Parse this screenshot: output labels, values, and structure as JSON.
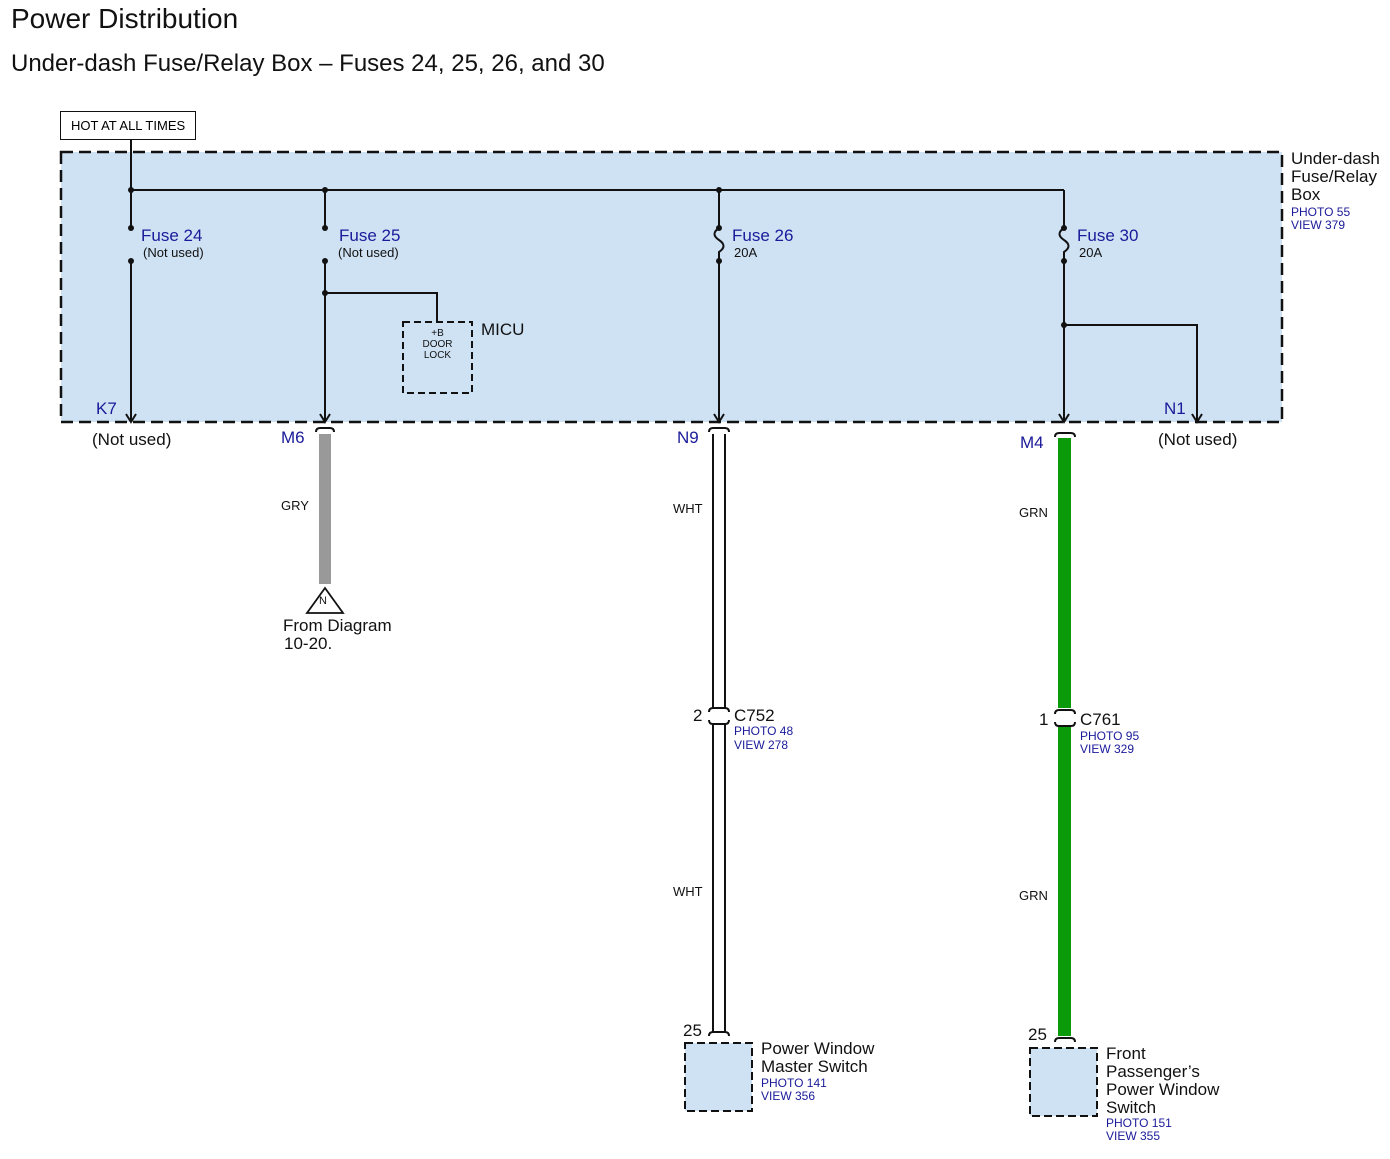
{
  "title": "Power Distribution",
  "subtitle": "Under-dash Fuse/Relay Box – Fuses 24, 25, 26, and 30",
  "hot_label": "HOT AT ALL TIMES",
  "box": {
    "name_lines": [
      "Under-dash",
      "Fuse/Relay",
      "Box"
    ],
    "photo": "PHOTO 55",
    "view": "VIEW 379"
  },
  "fuses": [
    {
      "name": "Fuse 24",
      "rating": "(Not used)"
    },
    {
      "name": "Fuse 25",
      "rating": "(Not used)"
    },
    {
      "name": "Fuse 26",
      "rating": "20A"
    },
    {
      "name": "Fuse 30",
      "rating": "20A"
    }
  ],
  "micu": {
    "name": "MICU",
    "pin_lines": [
      "+B",
      "DOOR",
      "LOCK"
    ]
  },
  "pins": {
    "k7": "K7",
    "m6": "M6",
    "n9": "N9",
    "m4": "M4",
    "n1": "N1"
  },
  "not_used_left": "(Not used)",
  "not_used_right": "(Not used)",
  "wires": {
    "gry": "GRY",
    "wht_upper": "WHT",
    "wht_lower": "WHT",
    "grn_upper": "GRN",
    "grn_lower": "GRN"
  },
  "colors": {
    "box_fill": "#cfe2f4",
    "gry": "#999999",
    "grn": "#0a9a0a",
    "ref_blue": "#1a1a9a"
  },
  "from_diagram": {
    "symbol": "N",
    "text": "From Diagram",
    "ref": "10-20."
  },
  "c752": {
    "pin": "2",
    "name": "C752",
    "photo": "PHOTO 48",
    "view": "VIEW 278"
  },
  "c761": {
    "pin": "1",
    "name": "C761",
    "photo": "PHOTO 95",
    "view": "VIEW 329"
  },
  "pw_master": {
    "pin": "25",
    "name_lines": [
      "Power Window",
      "Master Switch"
    ],
    "photo": "PHOTO 141",
    "view": "VIEW 356"
  },
  "pw_front": {
    "pin": "25",
    "name_lines": [
      "Front",
      "Passenger’s",
      "Power Window",
      "Switch"
    ],
    "photo": "PHOTO 151",
    "view": "VIEW 355"
  }
}
